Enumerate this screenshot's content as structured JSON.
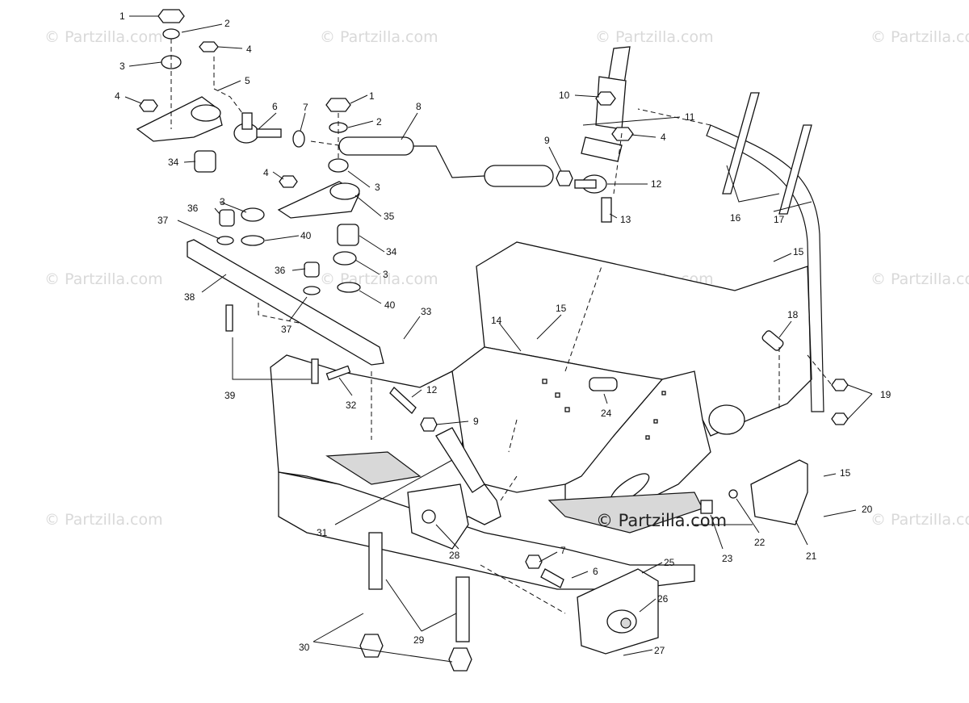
{
  "watermark_text": "© Partzilla.com",
  "callouts": {
    "c1a": "1",
    "c2a": "2",
    "c4a": "4",
    "c3a": "3",
    "c5": "5",
    "c4b": "4",
    "c6a": "6",
    "c7a": "7",
    "c1b": "1",
    "c2b": "2",
    "c8": "8",
    "c34a": "34",
    "c4c": "4",
    "c3b": "3",
    "c36a": "36",
    "c3c": "3",
    "c35": "35",
    "c37a": "37",
    "c40a": "40",
    "c34b": "34",
    "c36b": "36",
    "c3d": "3",
    "c38": "38",
    "c40b": "40",
    "c37b": "37",
    "c10": "10",
    "c11": "11",
    "c4d": "4",
    "c9a": "9",
    "c12a": "12",
    "c13": "13",
    "c16": "16",
    "c17": "17",
    "c15a": "15",
    "c15b": "15",
    "c14": "14",
    "c18": "18",
    "c19": "19",
    "c33": "33",
    "c12b": "12",
    "c39": "39",
    "c32": "32",
    "c9b": "9",
    "c24": "24",
    "c15c": "15",
    "c20": "20",
    "c31": "31",
    "c28": "28",
    "c7b": "7",
    "c6b": "6",
    "c25": "25",
    "c26": "26",
    "c22": "22",
    "c23": "23",
    "c21": "21",
    "c29": "29",
    "c30": "30",
    "c27": "27"
  },
  "colors": {
    "line": "#111111",
    "watermark": "#d9d9d9",
    "background": "#ffffff"
  }
}
